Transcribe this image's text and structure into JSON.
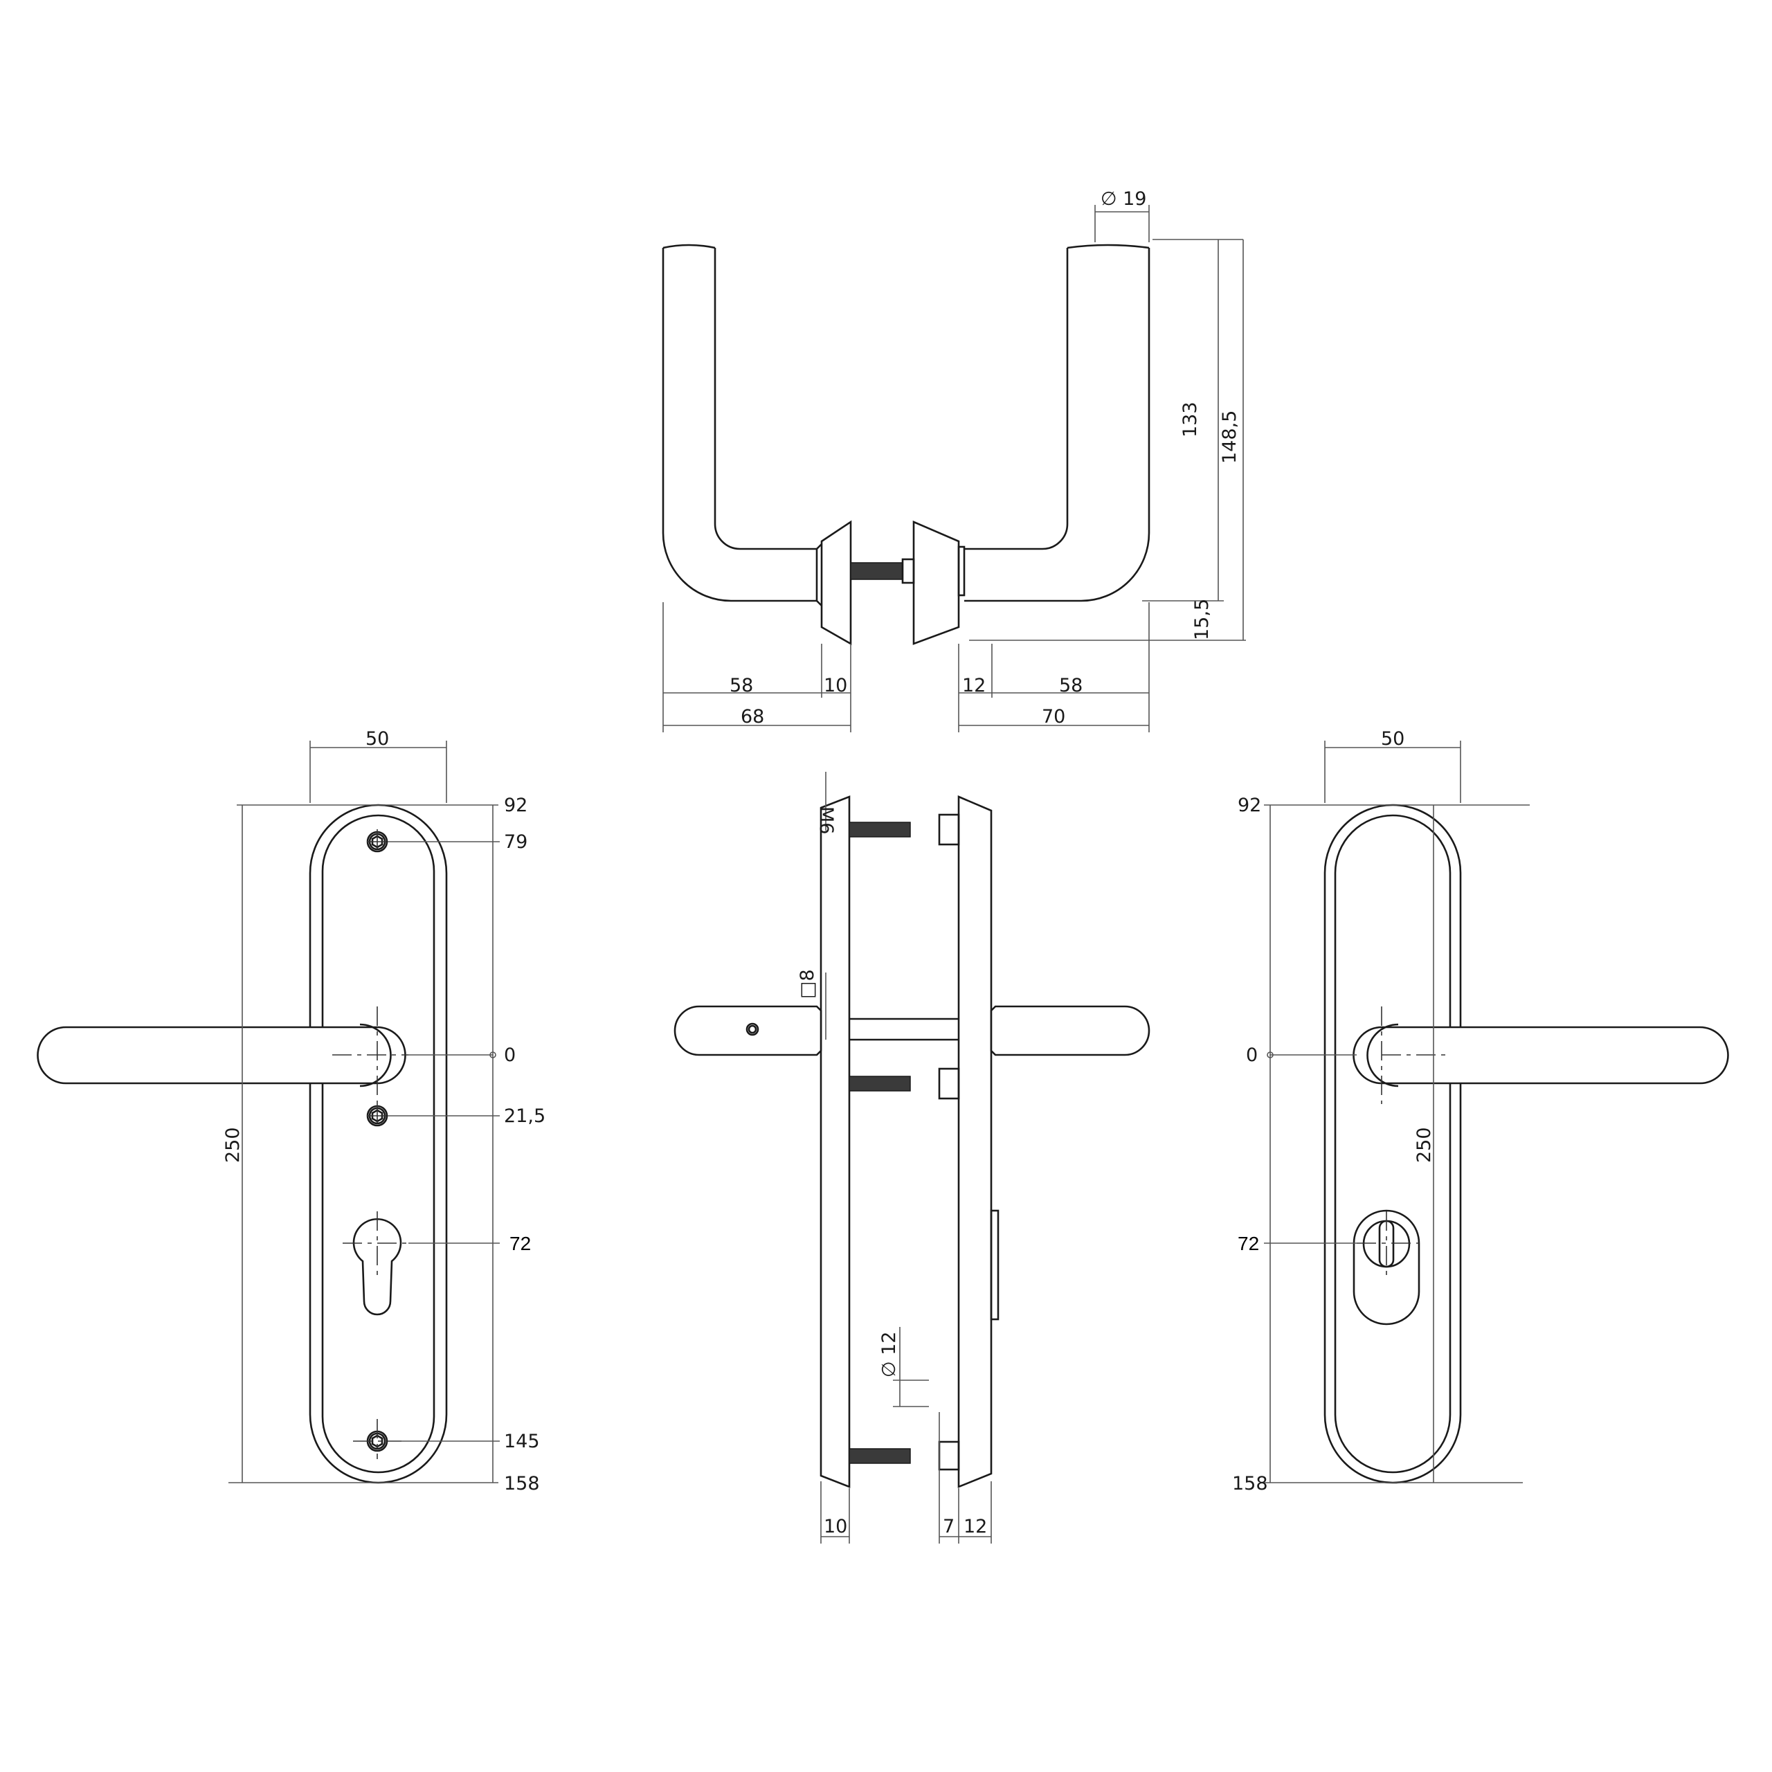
{
  "drawing": {
    "title": "Door handle set on security plate — dimensional drawing",
    "units": "mm",
    "colors": {
      "line": "#1a1a1a",
      "dimension": "#555555",
      "background": "#ffffff"
    }
  },
  "top_view": {
    "tube_diameter": "∅ 19",
    "height_inner": "133",
    "height_total": "148,5",
    "rose_offset": "15,5",
    "left_grip": "58",
    "left_rose": "10",
    "left_total": "68",
    "right_rose": "12",
    "right_grip": "58",
    "right_total": "70"
  },
  "front_view_left": {
    "plate_width": "50",
    "plate_height": "250",
    "datum_top": "92",
    "screw_top": "79",
    "spindle": "0",
    "screw_mid": "21,5",
    "cylinder": "72",
    "screw_bottom": "145",
    "datum_bottom": "158"
  },
  "side_view": {
    "bolt_thread": "M6",
    "spindle_square": "□8",
    "bolt_head_diameter": "∅ 12",
    "inner_plate_thickness": "10",
    "bolt_head_height": "7",
    "outer_plate_thickness": "12"
  },
  "front_view_right": {
    "plate_width": "50",
    "plate_height": "250",
    "datum_top": "92",
    "spindle": "0",
    "cylinder": "72",
    "datum_bottom": "158"
  }
}
